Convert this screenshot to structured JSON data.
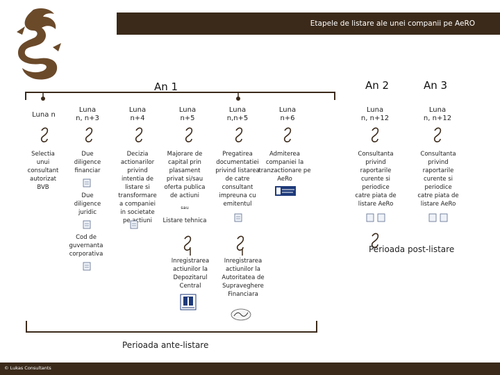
{
  "header": {
    "title": "Etapele de listare ale unei companii pe AeRO"
  },
  "years": {
    "y1": "An 1",
    "y2": "An 2",
    "y3": "An 3"
  },
  "months": [
    "Luna n",
    "Luna\nn, n+3",
    "Luna\nn+4",
    "Luna\nn+5",
    "Luna\nn,n+5",
    "Luna\nn+6",
    "Luna\nn, n+12",
    "Luna\nn, n+12"
  ],
  "steps": {
    "s1": "Selectia\nunui\nconsultant\nautorizat\nBVB",
    "s2a": "Due\ndiligence\nfinanciar",
    "s2b": "Due\ndiligence\njuridic",
    "s2c": "Cod de\nguvernanta\ncorporativa",
    "s3": "Decizia\nactionarilor\nprivind\nintentia de\nlistare si\ntransformare\na companiei\nin societate\npe actiuni",
    "s4a": "Majorare de\ncapital prin\nplasament\nprivat si/sau\noferta publica\nde actiuni",
    "s4_or": "sau",
    "s4b": "Listare tehnica",
    "s5": "Pregatirea\ndocumentatiei\nprivind listarea\nde catre\nconsultant\nimpreuna cu\nemitentul",
    "s6": "Admiterea\ncompaniei la\ntranzactionare pe\nAeRo",
    "s7": "Consultanta\nprivind\nraportarile\ncurente si\nperiodice\ncatre piata de\nlistare AeRo",
    "s8": "Consultanta\nprivind\nraportarile\ncurente si\nperiodice\ncatre piata de\nlistare AeRo",
    "reg1": "Inregistrarea\nactiunilor la\nDepozitarul\nCentral",
    "reg2": "Inregistrarea\nactiunilor la\nAutoritatea de\nSupraveghere\nFinanciara"
  },
  "periods": {
    "pre": "Perioada ante-listare",
    "post": "Perioada post-listare"
  },
  "footer": {
    "text": "© Lukas Consultants"
  },
  "colors": {
    "banner": "#3b2a1a",
    "timeline": "#3b2a1a",
    "accent": "#6b4a2a"
  }
}
